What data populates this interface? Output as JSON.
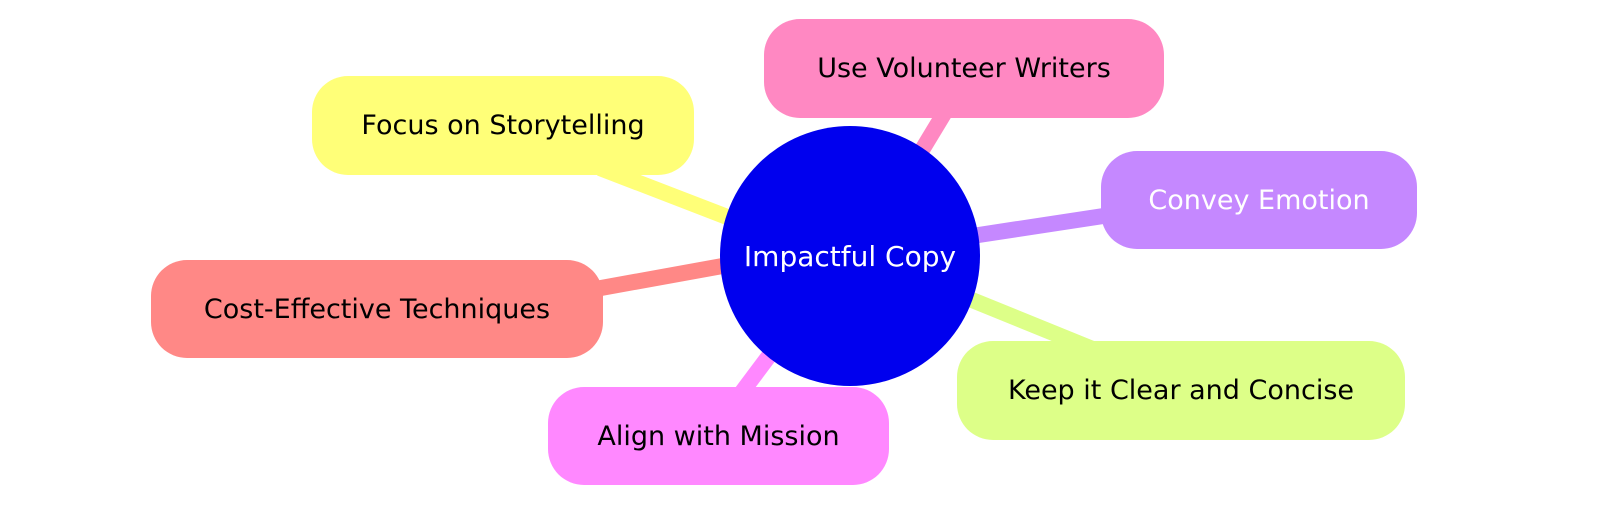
{
  "center": {
    "label": "Impactful Copy",
    "color": "#0000ee"
  },
  "nodes": [
    {
      "label": "Use Volunteer Writers",
      "color": "#ff88c2",
      "text_color": "#000000"
    },
    {
      "label": "Focus on Storytelling",
      "color": "#ffff78",
      "text_color": "#000000"
    },
    {
      "label": "Convey Emotion",
      "color": "#c588ff",
      "text_color": "#ffffff"
    },
    {
      "label": "Cost-Effective Techniques",
      "color": "#ff8886",
      "text_color": "#000000"
    },
    {
      "label": "Keep it Clear and Concise",
      "color": "#ddff88",
      "text_color": "#000000"
    },
    {
      "label": "Align with Mission",
      "color": "#ff88ff",
      "text_color": "#000000"
    }
  ]
}
